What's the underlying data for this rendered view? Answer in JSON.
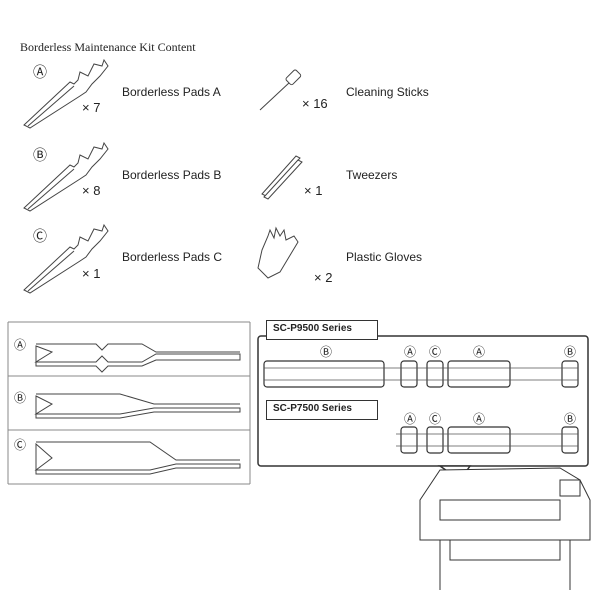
{
  "title": "Borderless Maintenance Kit Content",
  "items": [
    {
      "marker": "Ⓐ",
      "qty": "× 7",
      "label": "Borderless Pads A"
    },
    {
      "marker": "Ⓑ",
      "qty": "× 8",
      "label": "Borderless Pads B"
    },
    {
      "marker": "Ⓒ",
      "qty": "× 1",
      "label": "Borderless Pads C"
    },
    {
      "qty": "× 16",
      "label": "Cleaning Sticks"
    },
    {
      "qty": "× 1",
      "label": "Tweezers"
    },
    {
      "qty": "× 2",
      "label": "Plastic Gloves"
    }
  ],
  "pad_rows": [
    {
      "marker": "Ⓐ"
    },
    {
      "marker": "Ⓑ"
    },
    {
      "marker": "Ⓒ"
    }
  ],
  "series": [
    {
      "name": "SC-P9500 Series",
      "markers": [
        "Ⓑ",
        "Ⓐ",
        "Ⓒ",
        "Ⓐ",
        "Ⓑ"
      ]
    },
    {
      "name": "SC-P7500 Series",
      "markers": [
        "Ⓐ",
        "Ⓒ",
        "Ⓐ",
        "Ⓑ"
      ]
    }
  ]
}
